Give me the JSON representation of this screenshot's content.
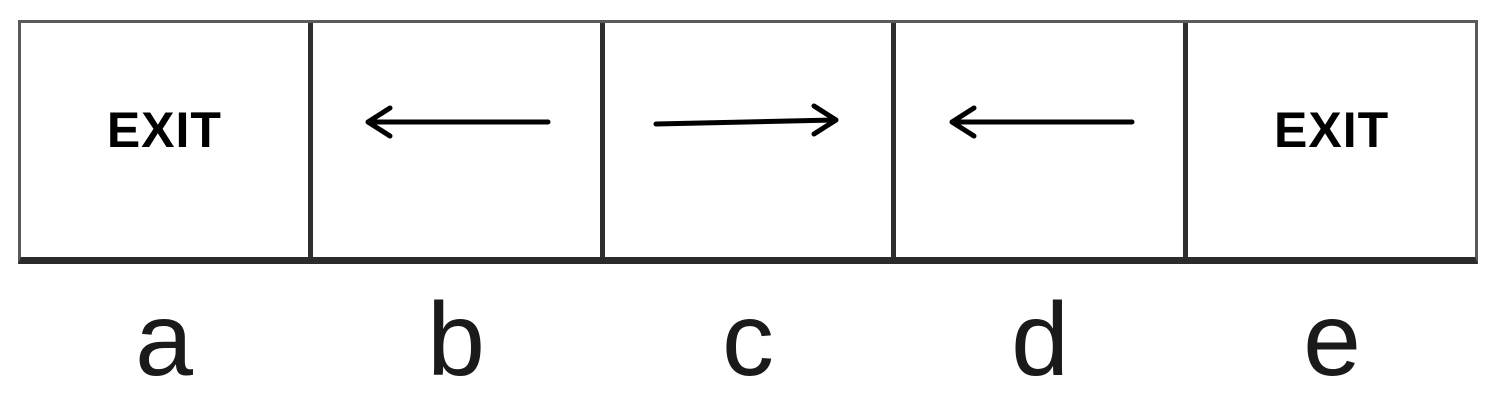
{
  "cells": [
    {
      "id": "a",
      "type": "text",
      "text": "EXIT"
    },
    {
      "id": "b",
      "type": "arrow",
      "direction": "left",
      "icon": "arrow-left-icon"
    },
    {
      "id": "c",
      "type": "arrow",
      "direction": "right",
      "icon": "arrow-right-icon"
    },
    {
      "id": "d",
      "type": "arrow",
      "direction": "left",
      "icon": "arrow-left-icon"
    },
    {
      "id": "e",
      "type": "text",
      "text": "EXIT"
    }
  ],
  "labels": [
    "a",
    "b",
    "c",
    "d",
    "e"
  ],
  "colors": {
    "border": "#2e2e2e",
    "ink": "#000000",
    "label": "#1a1a1a"
  }
}
